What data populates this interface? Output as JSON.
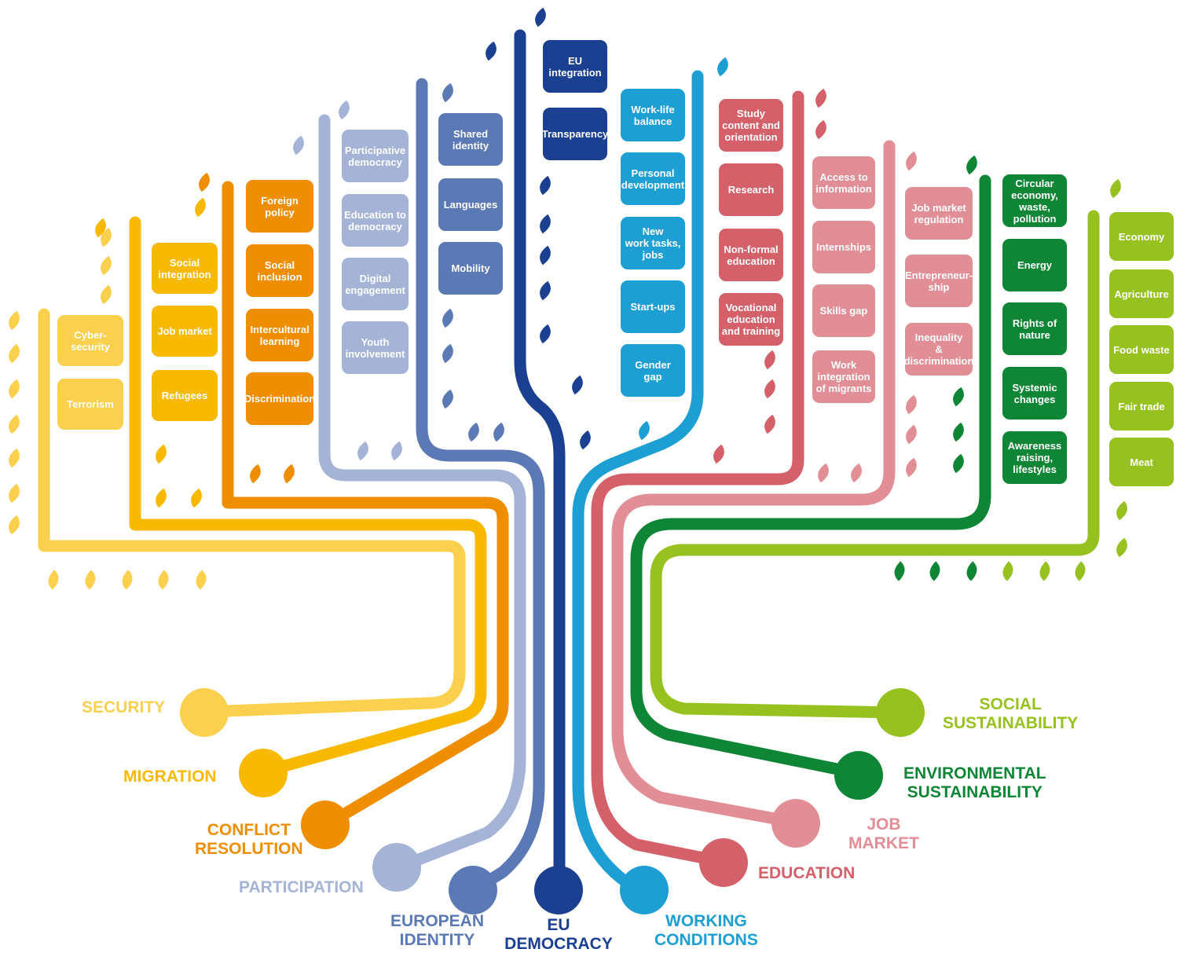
{
  "categories": [
    {
      "key": "security",
      "label": "SECURITY",
      "color": "#fbd04f",
      "items": [
        "Cyber-\nsecurity",
        "Terrorism"
      ]
    },
    {
      "key": "migration",
      "label": "MIGRATION",
      "color": "#f9b900",
      "items": [
        "Social\nintegration",
        "Job market",
        "Refugees"
      ]
    },
    {
      "key": "conflict",
      "label": "CONFLICT\nRESOLUTION",
      "color": "#ee8e00",
      "items": [
        "Foreign\npolicy",
        "Social\ninclusion",
        "Intercultural\nlearning",
        "Discrimination"
      ]
    },
    {
      "key": "participation",
      "label": "PARTICIPATION",
      "color": "#a5b4d6",
      "items": [
        "Participative\ndemocracy",
        "Education to\ndemocracy",
        "Digital\nengagement",
        "Youth\ninvolvement"
      ]
    },
    {
      "key": "identity",
      "label": "EUROPEAN\nIDENTITY",
      "color": "#5b79b5",
      "items": [
        "Shared\nidentity",
        "Languages",
        "Mobility"
      ]
    },
    {
      "key": "democracy",
      "label": "EU\nDEMOCRACY",
      "color": "#1b3f91",
      "items": [
        "EU\nintegration",
        "Transparency"
      ]
    },
    {
      "key": "working",
      "label": "WORKING\nCONDITIONS",
      "color": "#1e9fd3",
      "items": [
        "Work-life\nbalance",
        "Personal\ndevelopment",
        "New\nwork tasks,\njobs",
        "Start-ups",
        "Gender\ngap"
      ]
    },
    {
      "key": "education",
      "label": "EDUCATION",
      "color": "#d4606a",
      "items": [
        "Study\ncontent  and\norientation",
        "Research",
        "Non-formal\neducation",
        "Vocational\neducation\nand training"
      ]
    },
    {
      "key": "jobmarket",
      "label": "JOB\nMARKET",
      "color": "#e18e97",
      "items": [
        "Access to\ninformation",
        "Internships",
        "Skills gap",
        "Work\nintegration\nof migrants",
        "Job market\nregulation",
        "Entrepreneur-\nship",
        "Inequality\n&\ndiscrimination"
      ]
    },
    {
      "key": "environmental",
      "label": "ENVIRONMENTAL\nSUSTAINABILITY",
      "color": "#0e8636",
      "items": [
        "Circular\neconomy,\nwaste,\npollution",
        "Energy",
        "Rights of\nnature",
        "Systemic\nchanges",
        "Awareness\nraising,\nlifestyles"
      ]
    },
    {
      "key": "social",
      "label": "SOCIAL\nSUSTAINABILITY",
      "color": "#97c11f",
      "items": [
        "Economy",
        "Agriculture",
        "Food waste",
        "Fair trade",
        "Meat"
      ]
    }
  ]
}
